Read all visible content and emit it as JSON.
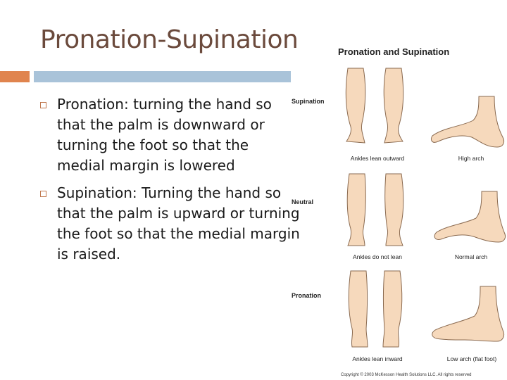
{
  "slide": {
    "title": "Pronation-Supination",
    "bullets": [
      "Pronation: turning the hand so that the palm is downward or turning the foot so that the medial margin is lowered",
      "Supination: Turning the hand so that the palm is upward or turning the foot so that the medial margin is raised."
    ]
  },
  "figure": {
    "title": "Pronation and Supination",
    "rows": [
      {
        "label": "Supination",
        "legs_caption": "Ankles lean outward",
        "foot_caption": "High arch"
      },
      {
        "label": "Neutral",
        "legs_caption": "Ankles do not lean",
        "foot_caption": "Normal arch"
      },
      {
        "label": "Pronation",
        "legs_caption": "Ankles lean inward",
        "foot_caption": "Low arch (flat foot)"
      }
    ],
    "copyright": "Copyright © 2003 McKesson Health Solutions LLC. All rights reserved"
  },
  "colors": {
    "title": "#6b4a3c",
    "accent_orange": "#e0844e",
    "accent_blue": "#a9c3d9",
    "skin": "#f6d9bc",
    "skin_outline": "#8a6a50"
  }
}
